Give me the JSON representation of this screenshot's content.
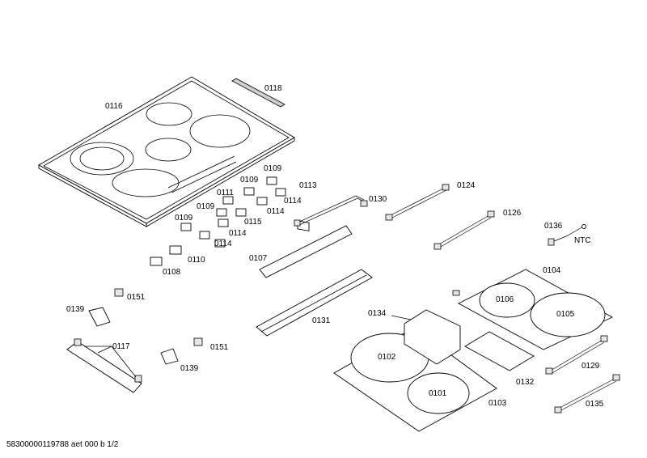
{
  "labels": {
    "p0116": "0116",
    "p0118": "0118",
    "p0109a": "0109",
    "p0109b": "0109",
    "p0109c": "0109",
    "p0109d": "0109",
    "p0113": "0113",
    "p0111": "0111",
    "p0114a": "0114",
    "p0114b": "0114",
    "p0114c": "0114",
    "p0115": "0115",
    "p0110": "0110",
    "p0108": "0108",
    "p0107": "0107",
    "p0130": "0130",
    "p0124": "0124",
    "p0126": "0126",
    "p0136": "0136",
    "ntc": "NTC",
    "p0104": "0104",
    "p0106": "0106",
    "p0105": "0105",
    "p0151a": "0151",
    "p0151b": "0151",
    "p0139a": "0139",
    "p0139b": "0139",
    "p0131": "0131",
    "p0134": "0134",
    "p0102": "0102",
    "p0101": "0101",
    "p0103": "0103",
    "p0132": "0132",
    "p0129": "0129",
    "p0135": "0135",
    "p0117": "0117"
  },
  "footer": "58300000119788 aet 000 b 1/2"
}
